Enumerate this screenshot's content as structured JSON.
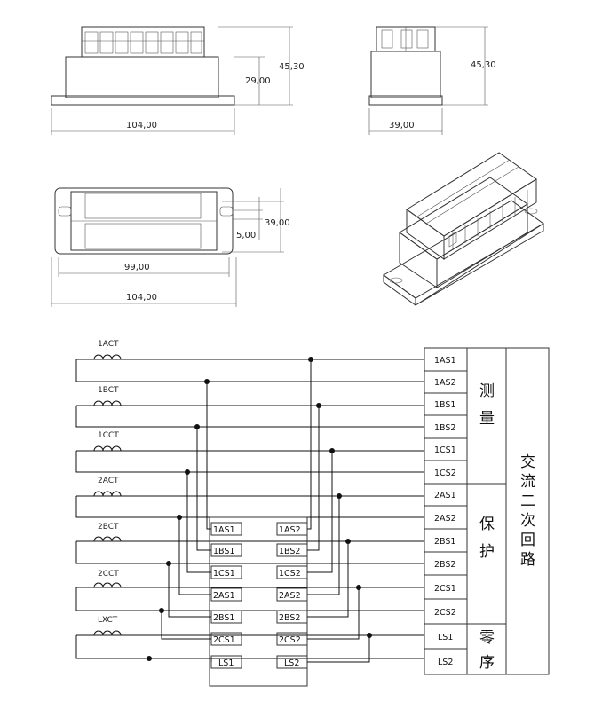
{
  "dimensions": {
    "front_width": "104,00",
    "front_height_body": "29,00",
    "front_height_total": "45,30",
    "side_width": "39,00",
    "side_height_total": "45,30",
    "top_width_mount": "99,00",
    "top_width_total": "104,00",
    "top_depth": "39,00",
    "top_hole": "5,00"
  },
  "cts": [
    "1ACT",
    "1BCT",
    "1CCT",
    "2ACT",
    "2BCT",
    "2CCT",
    "LXCT"
  ],
  "center_block": {
    "left": [
      "1AS1",
      "1BS1",
      "1CS1",
      "2AS1",
      "2BS1",
      "2CS1",
      "LS1"
    ],
    "right": [
      "1AS2",
      "1BS2",
      "1CS2",
      "2AS2",
      "2BS2",
      "2CS2",
      "LS2"
    ]
  },
  "terminals": [
    "1AS1",
    "1AS2",
    "1BS1",
    "1BS2",
    "1CS1",
    "1CS2",
    "2AS1",
    "2AS2",
    "2BS1",
    "2BS2",
    "2CS1",
    "2CS2",
    "LS1",
    "LS2"
  ],
  "groups": {
    "measure": [
      "测",
      "量"
    ],
    "protect": [
      "保",
      "护"
    ],
    "zero": [
      "零",
      "序"
    ],
    "main": [
      "交",
      "流",
      "二",
      "次",
      "回",
      "路"
    ]
  }
}
